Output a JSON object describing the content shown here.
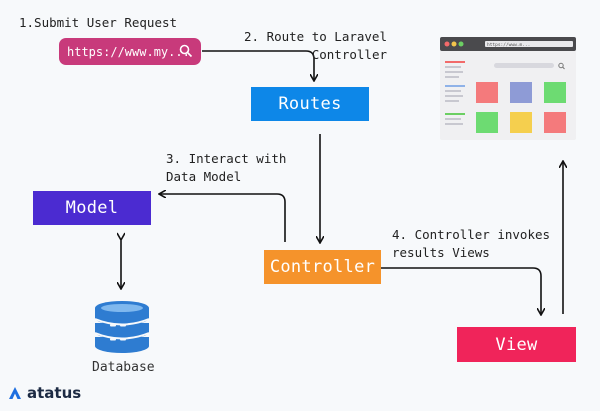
{
  "steps": {
    "step1": "1.Submit User Request",
    "step2_line1": "2. Route to Laravel",
    "step2_line2": "Controller",
    "step3_line1": "3. Interact with",
    "step3_line2": "Data Model",
    "step4_line1": "4. Controller invokes",
    "step4_line2": "results Views"
  },
  "url_bar": {
    "text": "https://www.my...",
    "icon": "search-icon"
  },
  "nodes": {
    "routes": "Routes",
    "model": "Model",
    "controller": "Controller",
    "view": "View",
    "database": "Database"
  },
  "browser": {
    "address": "https://www.m..."
  },
  "brand": {
    "name": "atatus"
  },
  "colors": {
    "url_bar": "#c83a7b",
    "routes": "#0d87e8",
    "model": "#4b2bd1",
    "controller": "#f5932b",
    "view": "#f0245a",
    "database": "#2e7cd1"
  }
}
